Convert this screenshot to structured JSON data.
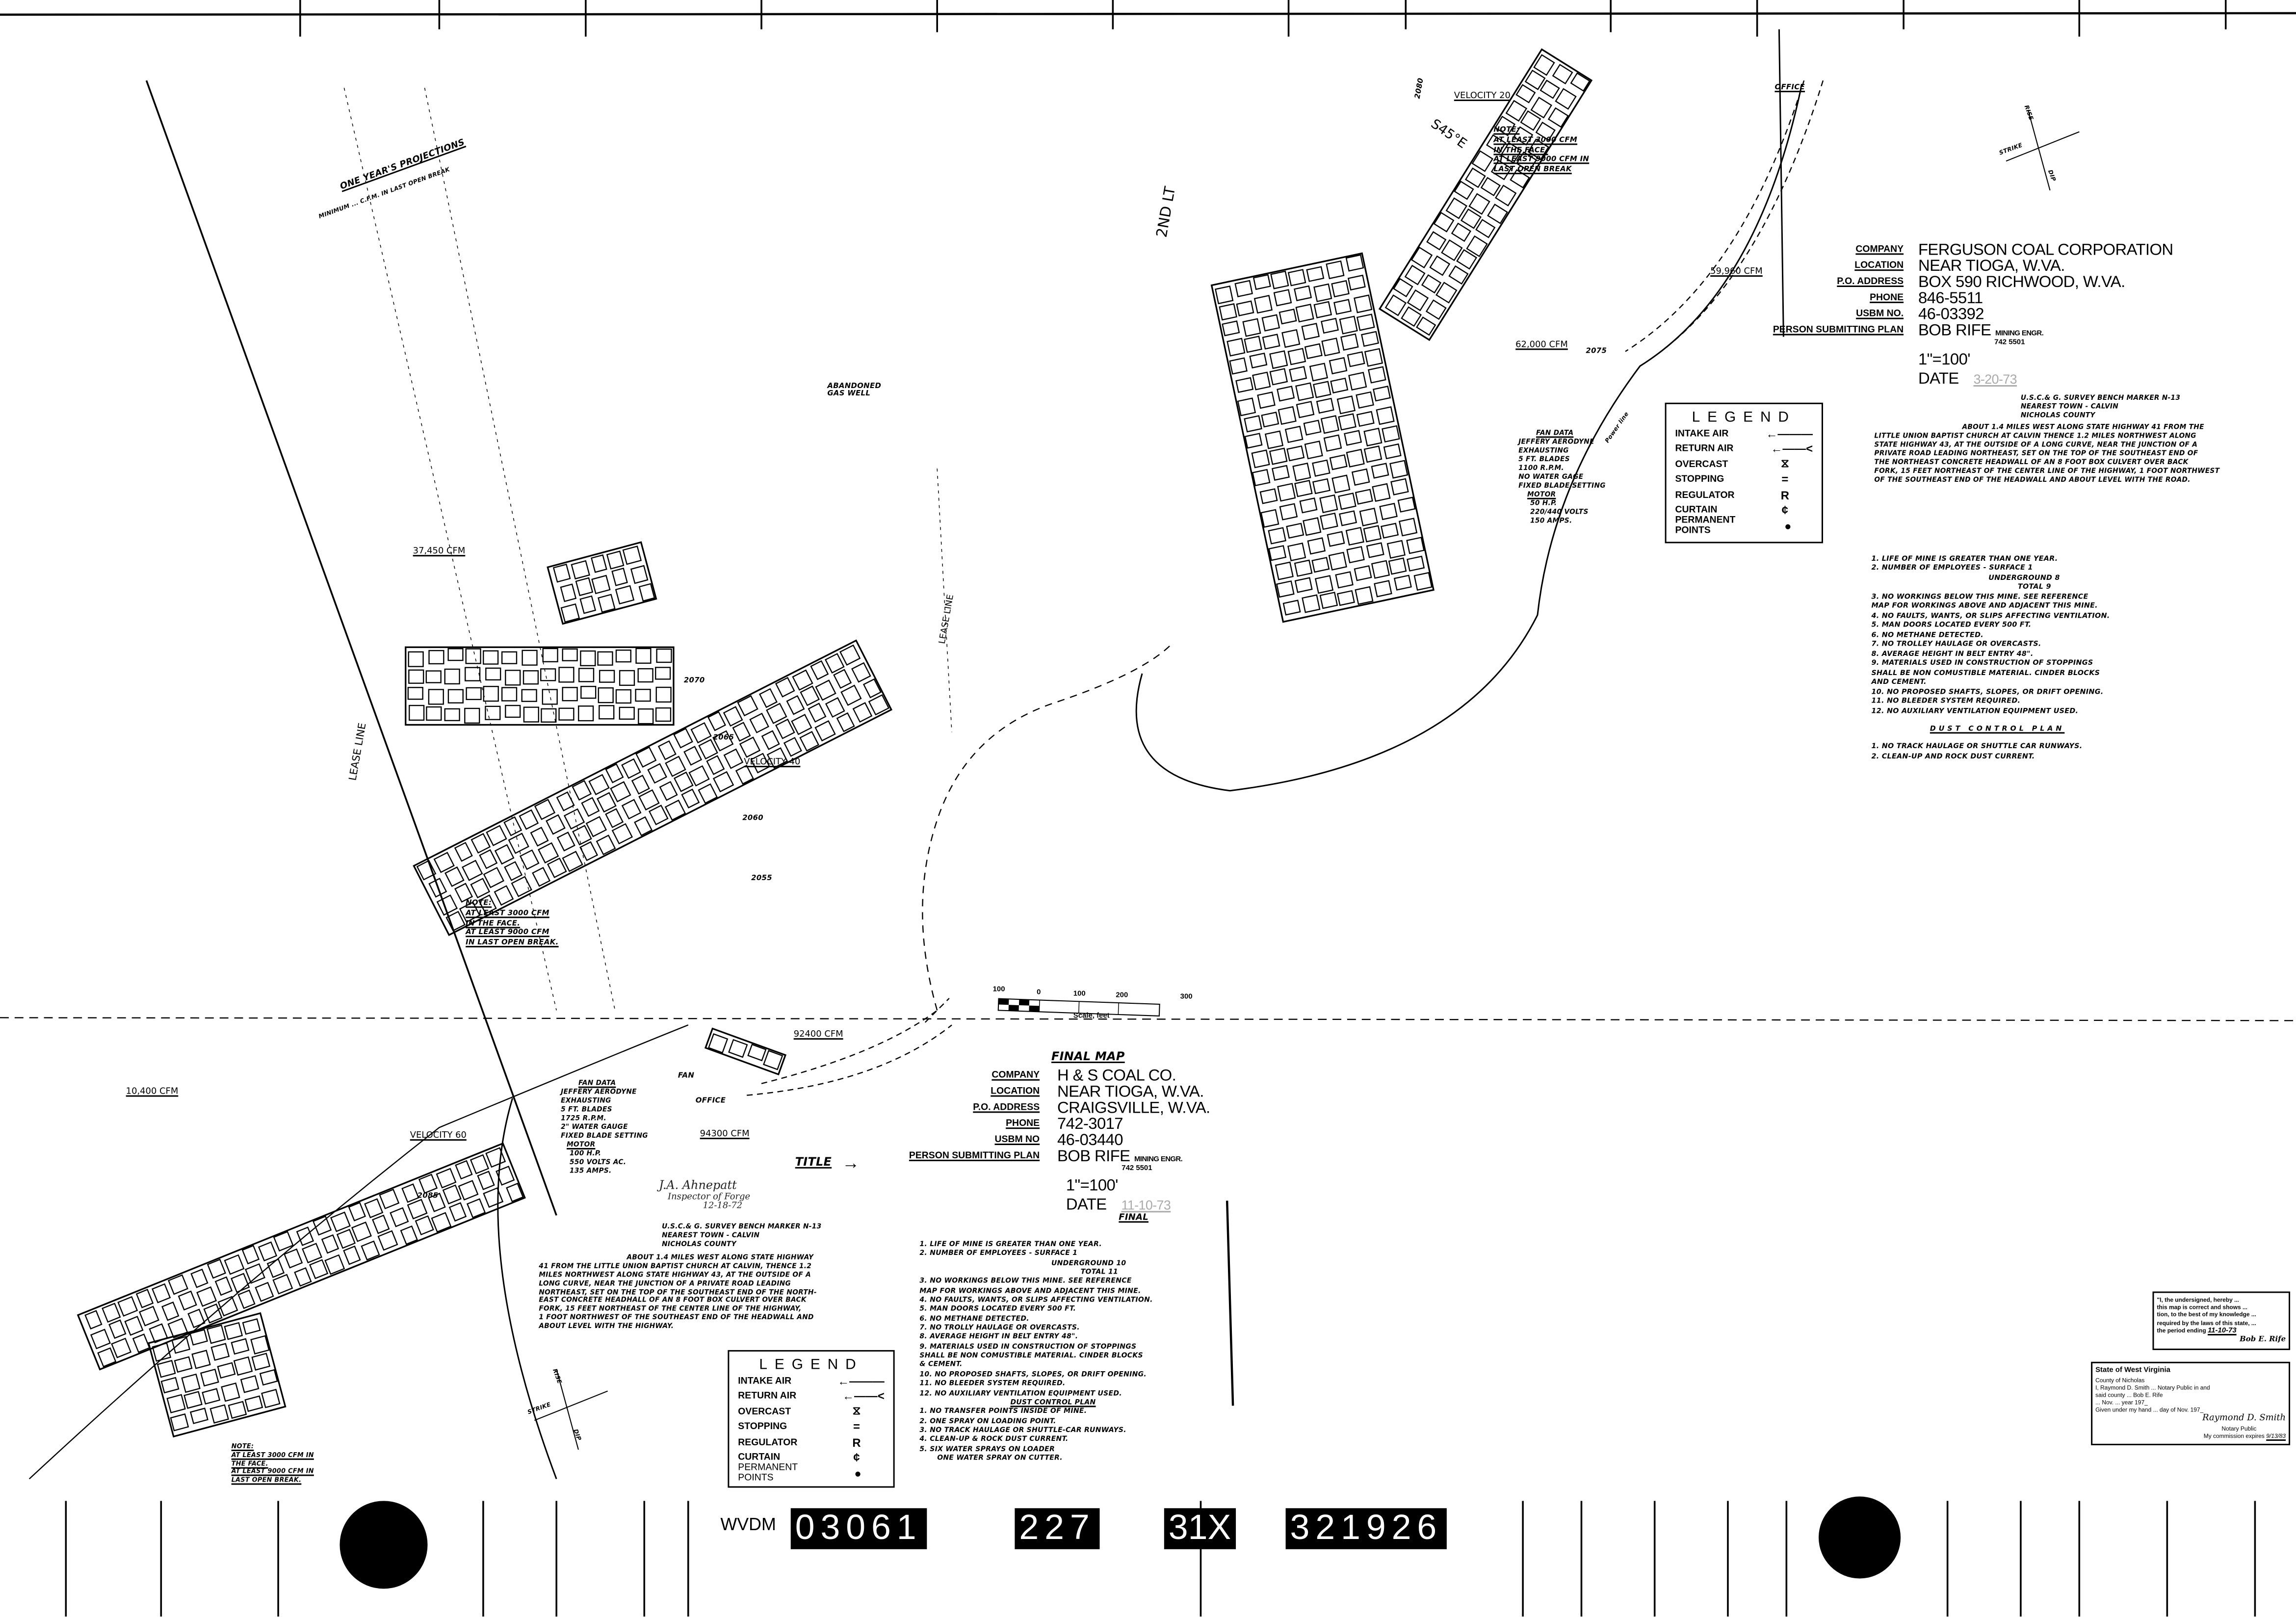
{
  "map_labels": {
    "velocity_20": "VELOCITY 20",
    "velocity_40": "VELOCITY 40",
    "velocity_60": "VELOCITY 60",
    "cfm_37450": "37,450 CFM",
    "cfm_10400": "10,400 CFM",
    "cfm_92400": "92400 CFM",
    "cfm_94300": "94300 CFM",
    "cfm_59960": "59,960 CFM",
    "cfm_62000": "62,000 CFM",
    "abandoned_gas_well": "ABANDONED GAS WELL",
    "second_lt": "2ND LT",
    "lease_line": "LEASE LINE",
    "lease_line_2": "LEASE LINE",
    "s45e": "S45°E",
    "office_top": "OFFICE",
    "office_bottom": "OFFICE",
    "fan": "FAN",
    "power_line": "Power line",
    "one_years_projections": "ONE YEAR'S PROJECTIONS",
    "minimum_cfm": "MINIMUM ... C.F.M. IN LAST OPEN BREAK",
    "title_arrow": "TITLE",
    "elev_2080": "2080",
    "elev_2075": "2075",
    "elev_2070": "2070",
    "elev_2065": "2065",
    "elev_2060": "2060",
    "elev_2055": "2055",
    "elev_2085": "2085",
    "strike": "STRIKE",
    "rise": "RISE",
    "dip": "DIP",
    "strike_2": "STRIKE",
    "rise_2": "RISE",
    "dip_2": "DIP"
  },
  "note_top": [
    "NOTE:",
    "AT LEAST 3000 CFM",
    "IN THE FACE.",
    "AT LEAST 9000 CFM IN",
    "LAST OPEN BREAK"
  ],
  "note_left": [
    "NOTE:",
    "AT LEAST 3000 CFM",
    "IN THE FACE.",
    "AT LEAST 9000 CFM",
    "IN LAST OPEN BREAK."
  ],
  "note_bottom_left": [
    "NOTE:",
    "AT LEAST 3000 CFM IN",
    "THE FACE.",
    "AT LEAST 9000 CFM IN",
    "LAST OPEN BREAK."
  ],
  "scale_bar": {
    "ticks": [
      "100",
      "0",
      "100",
      "200",
      "300"
    ],
    "caption": "Scale, feet"
  },
  "title_block_top": {
    "labels": [
      "COMPANY",
      "LOCATION",
      "P.O. ADDRESS",
      "PHONE",
      "USBM NO.",
      "PERSON SUBMITTING PLAN"
    ],
    "values": [
      "FERGUSON COAL CORPORATION",
      "NEAR TIOGA, W.VA.",
      "BOX 590 RICHWOOD, W.VA.",
      "846-5511",
      "46-03392",
      "BOB RIFE"
    ],
    "engineer_title": "MINING ENGR.",
    "engineer_phone": "742 5501",
    "scale": "1\"=100'",
    "date_label": "DATE",
    "date_value": "3-20-73"
  },
  "bench_marker_top": {
    "header": [
      "U.S.C.& G. SURVEY BENCH MARKER N-13",
      "NEAREST TOWN - CALVIN",
      "NICHOLAS COUNTY"
    ],
    "description": [
      "ABOUT 1.4 MILES WEST ALONG STATE HIGHWAY 41 FROM THE",
      "LITTLE UNION BAPTIST CHURCH AT CALVIN THENCE 1.2 MILES NORTHWEST ALONG",
      "STATE HIGHWAY 43, AT THE OUTSIDE OF A LONG CURVE, NEAR THE JUNCTION OF A",
      "PRIVATE ROAD LEADING NORTHEAST, SET ON THE TOP OF THE SOUTHEAST END OF",
      "THE NORTHEAST CONCRETE HEADWALL OF AN 8 FOOT BOX CULVERT OVER BACK",
      "FORK, 15 FEET NORTHEAST OF THE CENTER LINE OF THE HIGHWAY, 1 FOOT NORTHWEST",
      "OF THE SOUTHEAST END OF THE HEADWALL AND ABOUT LEVEL WITH THE ROAD."
    ]
  },
  "notes_top": {
    "items": [
      "1. LIFE OF MINE IS GREATER THAN ONE YEAR.",
      "2. NUMBER OF EMPLOYEES - SURFACE  1",
      "UNDERGROUND  8",
      "TOTAL  9",
      "3. NO WORKINGS BELOW THIS MINE. SEE REFERENCE",
      "MAP FOR WORKINGS ABOVE AND ADJACENT THIS MINE.",
      "4. NO FAULTS, WANTS, OR SLIPS AFFECTING VENTILATION.",
      "5. MAN DOORS LOCATED EVERY 500 FT.",
      "6. NO METHANE DETECTED.",
      "7. NO TROLLEY HAULAGE OR OVERCASTS.",
      "8. AVERAGE HEIGHT IN BELT ENTRY 48\".",
      "9. MATERIALS USED IN CONSTRUCTION OF STOPPINGS",
      "SHALL BE NON COMUSTIBLE MATERIAL. CINDER BLOCKS",
      "AND CEMENT.",
      "10. NO PROPOSED SHAFTS, SLOPES, OR DRIFT OPENING.",
      "11. NO BLEEDER SYSTEM REQUIRED.",
      "12. NO AUXILIARY VENTILATION EQUIPMENT USED."
    ],
    "dust_title": "DUST CONTROL PLAN",
    "dust_items": [
      "1. NO TRACK HAULAGE OR SHUTTLE CAR RUNWAYS.",
      "2. CLEAN-UP AND ROCK DUST CURRENT."
    ]
  },
  "legend_labels": {
    "title": "LEGEND",
    "rows": [
      "INTAKE AIR",
      "RETURN AIR",
      "OVERCAST",
      "STOPPING",
      "REGULATOR",
      "CURTAIN",
      "PERMANENT POINTS"
    ],
    "symbols": [
      "",
      "",
      "⧖",
      "=",
      "R",
      "¢",
      "●"
    ]
  },
  "fan_data_top": {
    "title": "FAN DATA",
    "lines": [
      "JEFFERY AERODYNE",
      "EXHAUSTING",
      "5 FT. BLADES",
      "1100 R.P.M.",
      "NO WATER GAGE",
      "FIXED BLADE SETTING"
    ],
    "motor_title": "MOTOR",
    "motor_lines": [
      "50 H.P.",
      "220/440 VOLTS",
      "150 AMPS."
    ]
  },
  "fan_data_bottom": {
    "title": "FAN DATA",
    "lines": [
      "JEFFERY AERODYNE",
      "EXHAUSTING",
      "5 FT. BLADES",
      "1725 R.P.M.",
      "2\" WATER GAUGE",
      "FIXED BLADE SETTING"
    ],
    "motor_title": "MOTOR",
    "motor_lines": [
      "100 H.P.",
      "550 VOLTS AC.",
      "135 AMPS."
    ]
  },
  "title_block_bottom": {
    "heading": "FINAL MAP",
    "labels": [
      "COMPANY",
      "LOCATION",
      "P.O. ADDRESS",
      "PHONE",
      "USBM NO",
      "PERSON SUBMITTING PLAN"
    ],
    "values": [
      "H & S COAL CO.",
      "NEAR TIOGA, W.VA.",
      "CRAIGSVILLE, W.VA.",
      "742-3017",
      "46-03440",
      "BOB RIFE"
    ],
    "engineer_title": "MINING ENGR.",
    "engineer_phone": "742 5501",
    "scale": "1\"=100'",
    "date_label": "DATE",
    "date_value": "11-10-73",
    "final_stamp": "FINAL"
  },
  "inspector_signature": {
    "name": "J.A. Ahnepatt",
    "title": "Inspector of Forge",
    "date": "12-18-72"
  },
  "bench_marker_bottom": {
    "header": [
      "U.S.C.& G. SURVEY BENCH MARKER N-13",
      "NEAREST TOWN - CALVIN",
      "NICHOLAS COUNTY"
    ],
    "description": [
      "ABOUT 1.4 MILES WEST ALONG STATE HIGHWAY",
      "41 FROM THE LITTLE UNION BAPTIST CHURCH AT CALVIN, THENCE 1.2",
      "MILES NORTHWEST ALONG STATE HIGHWAY 43, AT THE OUTSIDE OF A",
      "LONG CURVE, NEAR THE JUNCTION OF A PRIVATE ROAD LEADING",
      "NORTHEAST, SET ON THE TOP OF THE SOUTHEAST END OF THE NORTH-",
      "EAST CONCRETE HEADHALL OF AN 8 FOOT BOX CULVERT OVER BACK",
      "FORK, 15 FEET NORTHEAST OF THE CENTER LINE OF THE HIGHWAY,",
      "1 FOOT NORTHWEST OF THE SOUTHEAST END OF THE HEADWALL AND",
      "ABOUT LEVEL WITH THE HIGHWAY."
    ]
  },
  "notes_bottom": {
    "items": [
      "1. LIFE OF MINE IS GREATER THAN ONE YEAR.",
      "2. NUMBER OF EMPLOYEES - SURFACE  1",
      "UNDERGROUND  10",
      "TOTAL  11",
      "3. NO WORKINGS BELOW THIS MINE. SEE REFERENCE",
      "MAP FOR WORKINGS ABOVE AND ADJACENT THIS MINE.",
      "4. NO FAULTS, WANTS, OR SLIPS AFFECTING VENTILATION.",
      "5. MAN DOORS LOCATED EVERY 500 FT.",
      "6. NO METHANE DETECTED.",
      "7. NO TROLLY HAULAGE OR OVERCASTS.",
      "8. AVERAGE HEIGHT IN BELT ENTRY 48\".",
      "9. MATERIALS USED IN CONSTRUCTION OF STOPPINGS",
      "SHALL BE NON COMUSTIBLE MATERIAL. CINDER BLOCKS",
      "& CEMENT.",
      "10. NO PROPOSED SHAFTS, SLOPES, OR DRIFT OPENING.",
      "11. NO BLEEDER SYSTEM REQUIRED.",
      "12. NO AUXILIARY VENTILATION EQUIPMENT USED."
    ],
    "dust_title": "DUST CONTROL PLAN",
    "dust_items": [
      "1. NO TRANSFER POINTS INSIDE OF MINE.",
      "2. ONE SPRAY ON LOADING POINT.",
      "3. NO TRACK HAULAGE OR SHUTTLE-CAR RUNWAYS.",
      "4. CLEAN-UP & ROCK DUST CURRENT.",
      "5. SIX WATER SPRAYS ON LOADER",
      "ONE WATER SPRAY ON CUTTER."
    ]
  },
  "certification_stamp": {
    "lines": [
      "\"I, the undersigned, hereby ...",
      "this map is correct and shows ...",
      "tion, to the best of my knowledge ...",
      "required by the laws of this state, ...",
      "the period ending"
    ],
    "date": "11-10-73",
    "signature": "Bob E. Rife"
  },
  "notary_stamp": {
    "lines": [
      "State of West Virginia",
      "County of Nicholas",
      "I, Raymond D. Smith ... Notary Public in and",
      "said county ... Bob E. Rife",
      "... Nov. ... year 197_",
      "Given under my hand ... day of Nov. 197_"
    ],
    "signature": "Raymond D. Smith",
    "role": "Notary Public",
    "expires_label": "My commission expires",
    "expires_value": "9/13/83"
  },
  "film_codes": {
    "prefix": "WVDM",
    "codes": [
      "03061",
      "227",
      "31X",
      "321926"
    ]
  }
}
